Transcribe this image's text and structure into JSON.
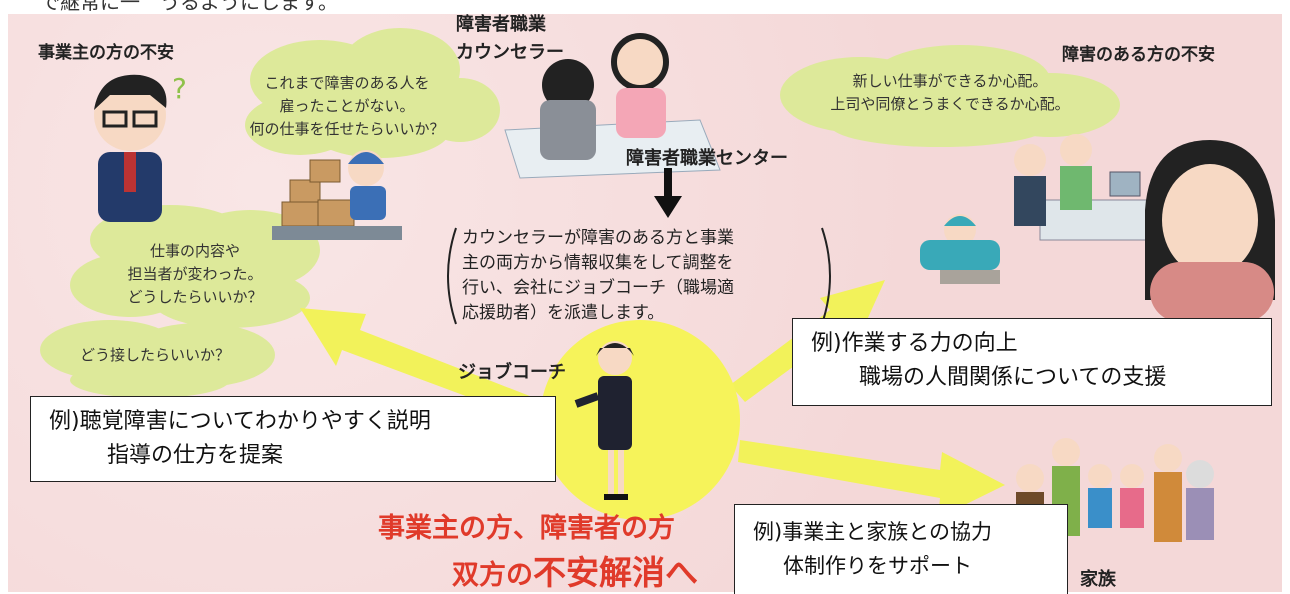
{
  "top_text": "で継常に一　うるようにします。",
  "labels": {
    "employer_anxiety": "事業主の方の不安",
    "counselor_line1": "障害者職業",
    "counselor_line2": "カウンセラー",
    "center": "障害者職業センター",
    "disabled_anxiety": "障害のある方の不安",
    "job_coach": "ジョブコーチ",
    "family": "家族"
  },
  "thoughts": {
    "employer_top": [
      "これまで障害のある人を",
      "雇ったことがない。",
      "何の仕事を任せたらいいか？"
    ],
    "employer_mid": [
      "仕事の内容や",
      "担当者が変わった。",
      "どうしたらいいか？"
    ],
    "employer_bottom": [
      "どう接したらいいか？"
    ],
    "disabled": [
      "新しい仕事ができるか心配。",
      "上司や同僚とうまくできるか心配。"
    ]
  },
  "center_explain": [
    "カウンセラーが障害のある方と事業",
    "主の両方から情報収集をして調整を",
    "行い、会社にジョブコーチ（職場適",
    "応援助者）を派遣します。"
  ],
  "boxes": {
    "hearing": [
      "例)聴覚障害についてわかりやすく説明",
      "指導の仕方を提案"
    ],
    "work": [
      "例)作業する力の向上",
      "職場の人間関係についての支援"
    ],
    "family": [
      "例)事業主と家族との協力",
      "体制作りをサポート"
    ]
  },
  "slogan": {
    "line1": "事業主の方、障害者の方",
    "line2_prefix": "双方の",
    "line2_emph": "不安解消",
    "line2_suffix": "へ"
  },
  "colors": {
    "background": "#f6dede",
    "thought_cloud": "#dde99a",
    "arrow_yellow": "#f2f25a",
    "slogan_red": "#e03a2a",
    "coach_circle": "#f6f35a"
  },
  "icons": [
    "employer-illustration",
    "question-mark-icon",
    "warehouse-worker-illustration",
    "counselor-illustration",
    "down-arrow-icon",
    "job-coach-illustration",
    "store-workers-illustration",
    "worried-woman-illustration",
    "family-illustration"
  ]
}
